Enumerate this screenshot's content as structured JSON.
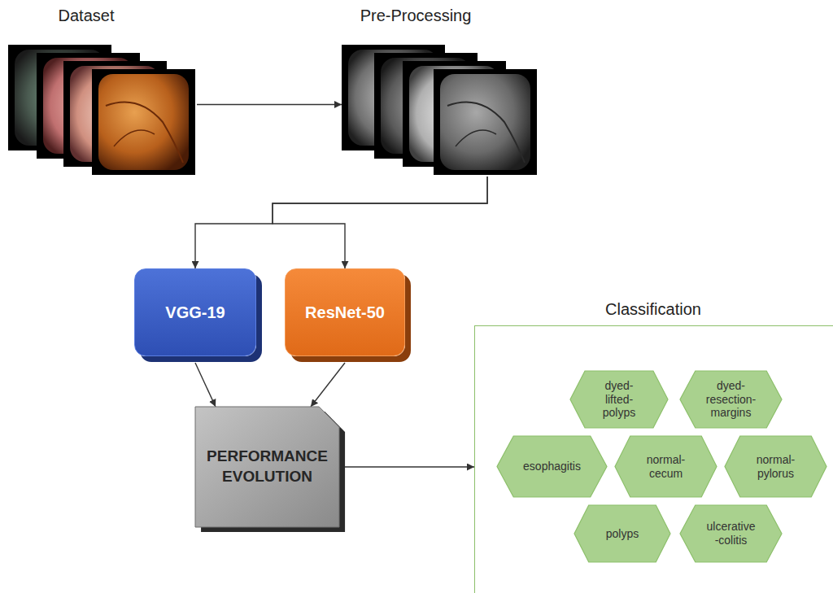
{
  "diagram": {
    "nodes": [
      {
        "text": [
          "Dataset"
        ]
      },
      {
        "text": [
          "Pre-Processing"
        ]
      },
      {
        "text": [
          "VGG-19"
        ]
      },
      {
        "text": [
          "ResNet-50"
        ]
      },
      {
        "text": [
          "PERFORMANCE EVOLUTION"
        ]
      },
      {
        "text": [
          "Classification"
        ]
      },
      {
        "text": [
          "dyed- lifted- polyps"
        ],
        "in": 5
      },
      {
        "text": [
          "dyed- resection- margins"
        ],
        "in": 5
      },
      {
        "text": [
          "esophagitis"
        ],
        "in": 5
      },
      {
        "text": [
          "normal- cecum"
        ],
        "in": 5
      },
      {
        "text": [
          "normal- pylorus"
        ],
        "in": 5
      },
      {
        "text": [
          "polyps"
        ],
        "in": 5
      },
      {
        "text": [
          "ulcerative -colitis"
        ],
        "in": 5
      }
    ],
    "edges": [
      {
        "from": 0,
        "to": 1,
        "arrow": "to"
      },
      {
        "from": 1,
        "to": 2,
        "arrow": "to"
      },
      {
        "from": 1,
        "to": 3,
        "arrow": "to"
      },
      {
        "from": 2,
        "to": 4,
        "arrow": "to"
      },
      {
        "from": 3,
        "to": 4,
        "arrow": "to"
      },
      {
        "from": 4,
        "to": 5,
        "arrow": "to"
      }
    ]
  }
}
